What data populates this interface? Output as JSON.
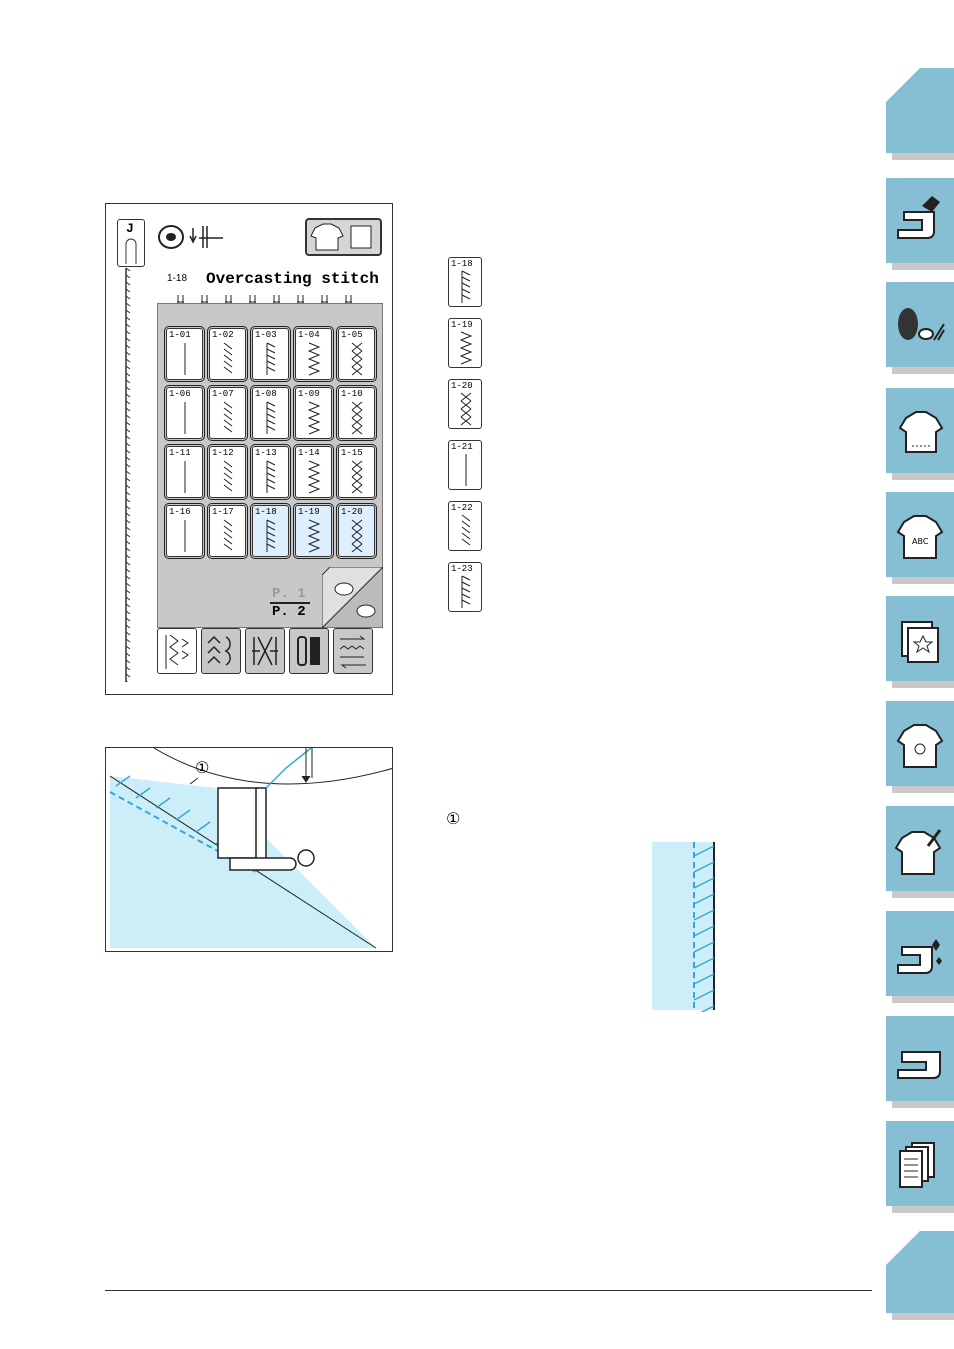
{
  "screen": {
    "presser_foot": "J",
    "selected_code": "1-18",
    "selected_name": "Overcasting stitch",
    "page_current": "P. 1",
    "page_other": "P. 2",
    "keys": [
      "1-01",
      "1-02",
      "1-03",
      "1-04",
      "1-05",
      "1-06",
      "1-07",
      "1-08",
      "1-09",
      "1-10",
      "1-11",
      "1-12",
      "1-13",
      "1-14",
      "1-15",
      "1-16",
      "1-17",
      "1-18",
      "1-19",
      "1-20"
    ],
    "selected_keys": [
      "1-18",
      "1-19",
      "1-20"
    ]
  },
  "stitch_list": [
    "1-18",
    "1-19",
    "1-20",
    "1-21",
    "1-22",
    "1-23"
  ],
  "callout_number": "①",
  "accent_color": "#86bfd3",
  "fabric_color": "#cbeef9",
  "icons": [
    "tab-corner-icon",
    "sewing-machine-needle-icon",
    "thread-spools-icon",
    "tshirt-icon",
    "tshirt-abc-icon",
    "embroidery-frame-icon",
    "tshirt-character-icon",
    "tshirt-edit-icon",
    "machine-sparkle-icon",
    "sewing-machine-icon",
    "documents-icon",
    "tab-corner-icon"
  ]
}
